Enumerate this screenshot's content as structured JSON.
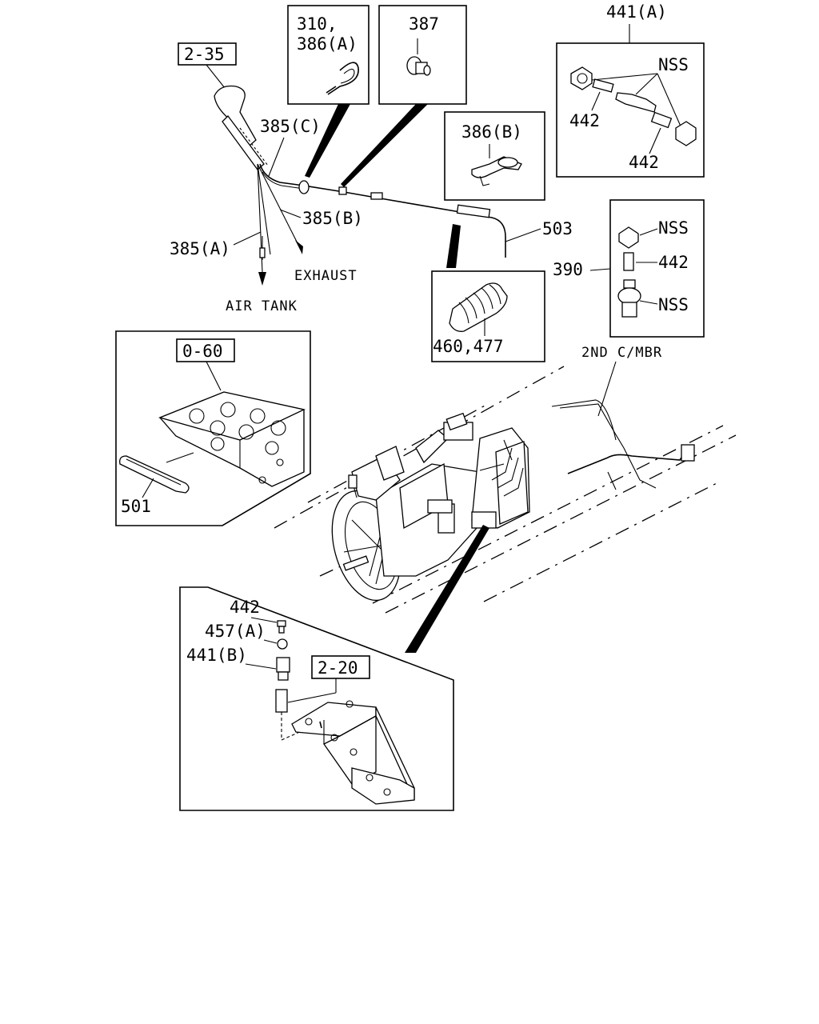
{
  "refs": {
    "ref_2_35": "2-35",
    "ref_0_60": "0-60",
    "ref_2_20": "2-20"
  },
  "callouts": {
    "c310_line1": "310,",
    "c310_line2": "386(A)",
    "c387": "387",
    "c386b": "386(B)",
    "c441a": "441(A)",
    "c441a_nss": "NSS",
    "c441a_442_left": "442",
    "c441a_442_right": "442",
    "c385c": "385(C)",
    "c385b": "385(B)",
    "c385a": "385(A)",
    "c503": "503",
    "c390": "390",
    "c390_nss_top": "NSS",
    "c390_442": "442",
    "c390_nss_bottom": "NSS",
    "c460": "460,477",
    "c501": "501",
    "c442_bottom": "442",
    "c457a": "457(A)",
    "c441b": "441(B)"
  },
  "notes": {
    "exhaust": "EXHAUST",
    "air_tank": "AIR TANK",
    "second_cmbr": "2ND C/MBR"
  }
}
